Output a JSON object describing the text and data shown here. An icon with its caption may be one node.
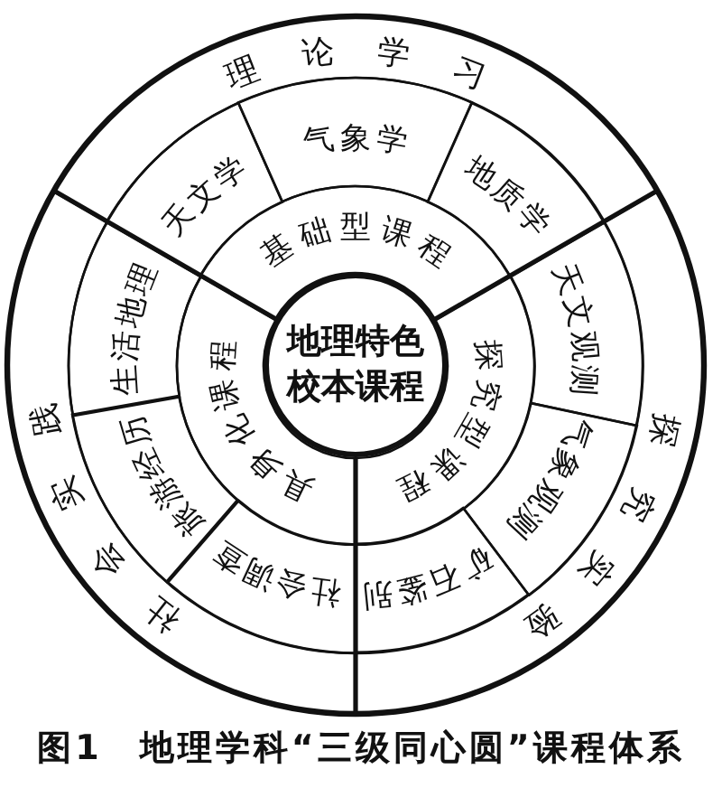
{
  "diagram": {
    "caption": "图1 地理学科“三级同心圆”课程体系",
    "nodes": [
      {
        "text": [
          "理论学习"
        ]
      },
      {
        "text": [
          "探究实验"
        ]
      },
      {
        "text": [
          "社会实践"
        ]
      },
      {
        "text": [
          "天文学"
        ]
      },
      {
        "text": [
          "气象学"
        ]
      },
      {
        "text": [
          "地质学"
        ]
      },
      {
        "text": [
          "天文观测"
        ]
      },
      {
        "text": [
          "气象观测"
        ]
      },
      {
        "text": [
          "矿石鉴别"
        ]
      },
      {
        "text": [
          "社会调查"
        ]
      },
      {
        "text": [
          "旅游经历"
        ]
      },
      {
        "text": [
          "生活地理"
        ]
      },
      {
        "text": [
          "基础型课程"
        ]
      },
      {
        "text": [
          "探究型课程"
        ]
      },
      {
        "text": [
          "具身化课程"
        ]
      },
      {
        "text": [
          "地理特色校本课程"
        ]
      }
    ]
  }
}
